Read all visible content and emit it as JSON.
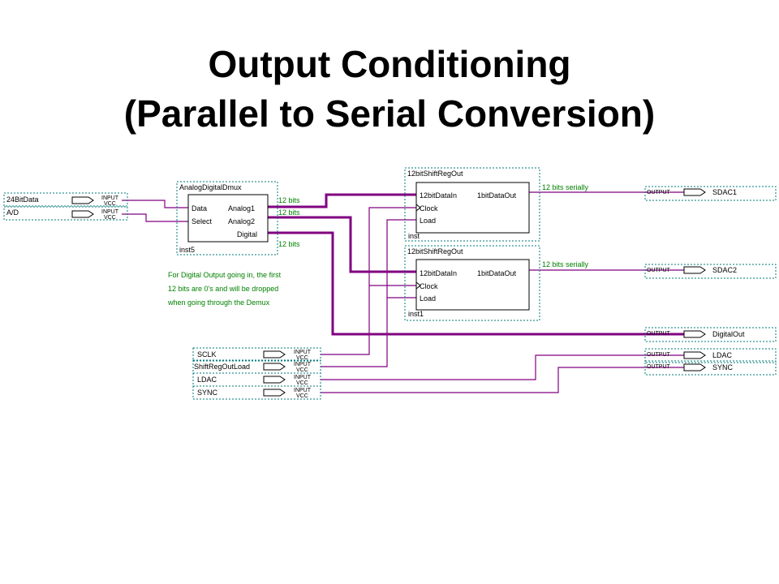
{
  "title": {
    "line1": "Output Conditioning",
    "line2": "(Parallel to Serial Conversion)"
  },
  "demux": {
    "name": "AnalogDigitalDmux",
    "inst": "inst5",
    "ports_in": [
      "Data",
      "Select"
    ],
    "ports_out": [
      "Analog1",
      "Analog2",
      "Digital"
    ]
  },
  "shift_regs": [
    {
      "name": "12bitShiftRegOut",
      "inst": "inst",
      "in": [
        "12bitDataIn",
        "Clock",
        "Load"
      ],
      "out": "1bitDataOut"
    },
    {
      "name": "12bitShiftRegOut",
      "inst": "inst1",
      "in": [
        "12bitDataIn",
        "Clock",
        "Load"
      ],
      "out": "1bitDataOut"
    }
  ],
  "top_inputs": [
    {
      "name": "24BitData",
      "type": "INPUT",
      "sub": "VCC"
    },
    {
      "name": "A/D",
      "type": "INPUT",
      "sub": "VCC"
    }
  ],
  "bottom_inputs": [
    {
      "name": "SCLK",
      "type": "INPUT",
      "sub": "VCC"
    },
    {
      "name": "ShiftRegOutLoad",
      "type": "INPUT",
      "sub": "VCC"
    },
    {
      "name": "LDAC",
      "type": "INPUT",
      "sub": "VCC"
    },
    {
      "name": "SYNC",
      "type": "INPUT",
      "sub": "VCC"
    }
  ],
  "outputs": [
    {
      "name": "SDAC1",
      "type": "OUTPUT"
    },
    {
      "name": "SDAC2",
      "type": "OUTPUT"
    },
    {
      "name": "DigitalOut",
      "type": "OUTPUT"
    },
    {
      "name": "LDAC",
      "type": "OUTPUT"
    },
    {
      "name": "SYNC",
      "type": "OUTPUT"
    }
  ],
  "labels": {
    "bus_width": "12 bits",
    "serial": "12 bits serially"
  },
  "note": {
    "line1": "For Digital Output going in, the first",
    "line2": "12 bits are 0's and will be dropped",
    "line3": "when going through the Demux"
  }
}
